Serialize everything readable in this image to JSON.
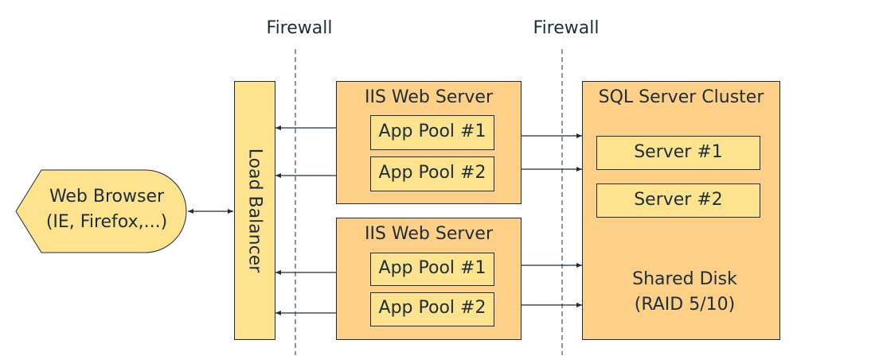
{
  "firewalls": [
    "Firewall",
    "Firewall"
  ],
  "browser": {
    "line1": "Web Browser",
    "line2": "(IE, Firefox,...)"
  },
  "load_balancer": "Load Balancer",
  "iis_servers": [
    {
      "title": "IIS Web Server",
      "pools": [
        "App Pool #1",
        "App Pool #2"
      ]
    },
    {
      "title": "IIS Web Server",
      "pools": [
        "App Pool #1",
        "App Pool #2"
      ]
    }
  ],
  "sql_cluster": {
    "title": "SQL Server Cluster",
    "servers": [
      "Server #1",
      "Server #2"
    ],
    "disk": {
      "line1": "Shared Disk",
      "line2": "(RAID 5/10)"
    }
  },
  "colors": {
    "orange_fill": "#fecf86",
    "yellow_fill": "#fde38d",
    "line": "#1c2e3a"
  }
}
